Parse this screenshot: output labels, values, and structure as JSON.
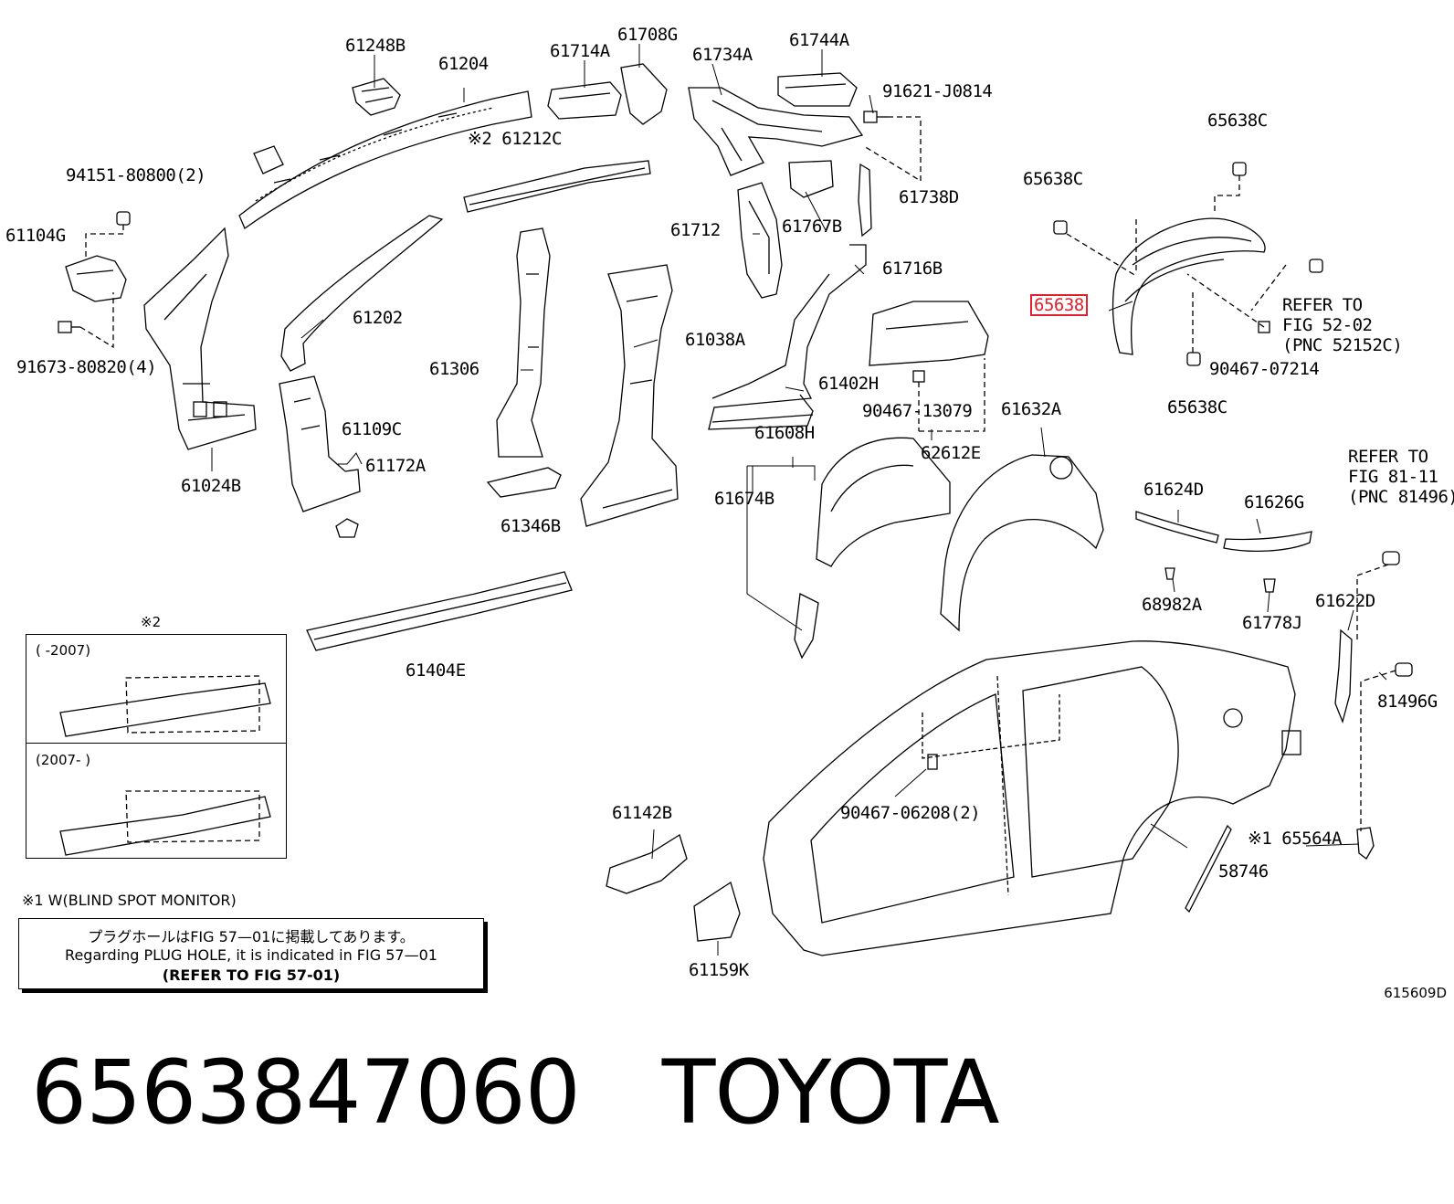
{
  "labels": {
    "p61248B": "61248B",
    "p61204": "61204",
    "p61714A": "61714A",
    "p61708G": "61708G",
    "p61734A": "61734A",
    "p61744A": "61744A",
    "p91621": "91621-J0814",
    "p65638C_top": "65638C",
    "p94151": "94151-80800(2)",
    "p61212C": "※2 61212C",
    "p61738D": "61738D",
    "p65638C_mid": "65638C",
    "p61104G": "61104G",
    "p61712": "61712",
    "p61767B": "61767B",
    "p61716B": "61716B",
    "p65638_hl": "65638",
    "p_refer52": "REFER TO",
    "p_fig52": "FIG 52-02",
    "p_pnc52": "(PNC 52152C)",
    "p61202": "61202",
    "p61038A": "61038A",
    "p91673": "91673-80820(4)",
    "p61306": "61306",
    "p90467_07214": "90467-07214",
    "p61402H": "61402H",
    "p65638C_bot": "65638C",
    "p90467_13079": "90467-13079",
    "p61632A": "61632A",
    "p61109C": "61109C",
    "p61608H": "61608H",
    "p61024B": "61024B",
    "p61172A": "61172A",
    "p62612E": "62612E",
    "p_refer81": "REFER TO",
    "p_fig81": "FIG 81-11",
    "p_pnc81": "(PNC 81496)",
    "p61624D": "61624D",
    "p61674B": "61674B",
    "p61626G": "61626G",
    "p61346B": "61346B",
    "p68982A": "68982A",
    "p61622D": "61622D",
    "p61778J": "61778J",
    "p61404E": "61404E",
    "p81496G": "81496G",
    "p90467_06208": "90467-06208(2)",
    "p61142B": "61142B",
    "p65564A": "※1 65564A",
    "p58746": "58746",
    "p61159K": "61159K"
  },
  "inset": {
    "mark": "※2",
    "range_before": "(   -2007)",
    "range_after": "(2007-   )"
  },
  "note_bsm": "※1 W(BLIND SPOT MONITOR)",
  "plug_note": {
    "jp": "プラグホールはFIG 57—01に掲載してあります。",
    "en": "Regarding PLUG HOLE, it is indicated in FIG 57—01",
    "ref": "(REFER TO FIG 57-01)"
  },
  "figure_number": "615609D",
  "caption": {
    "part_number": "6563847060",
    "brand": "TOYOTA"
  },
  "colors": {
    "highlight": "#e0202a",
    "line": "#000000"
  }
}
